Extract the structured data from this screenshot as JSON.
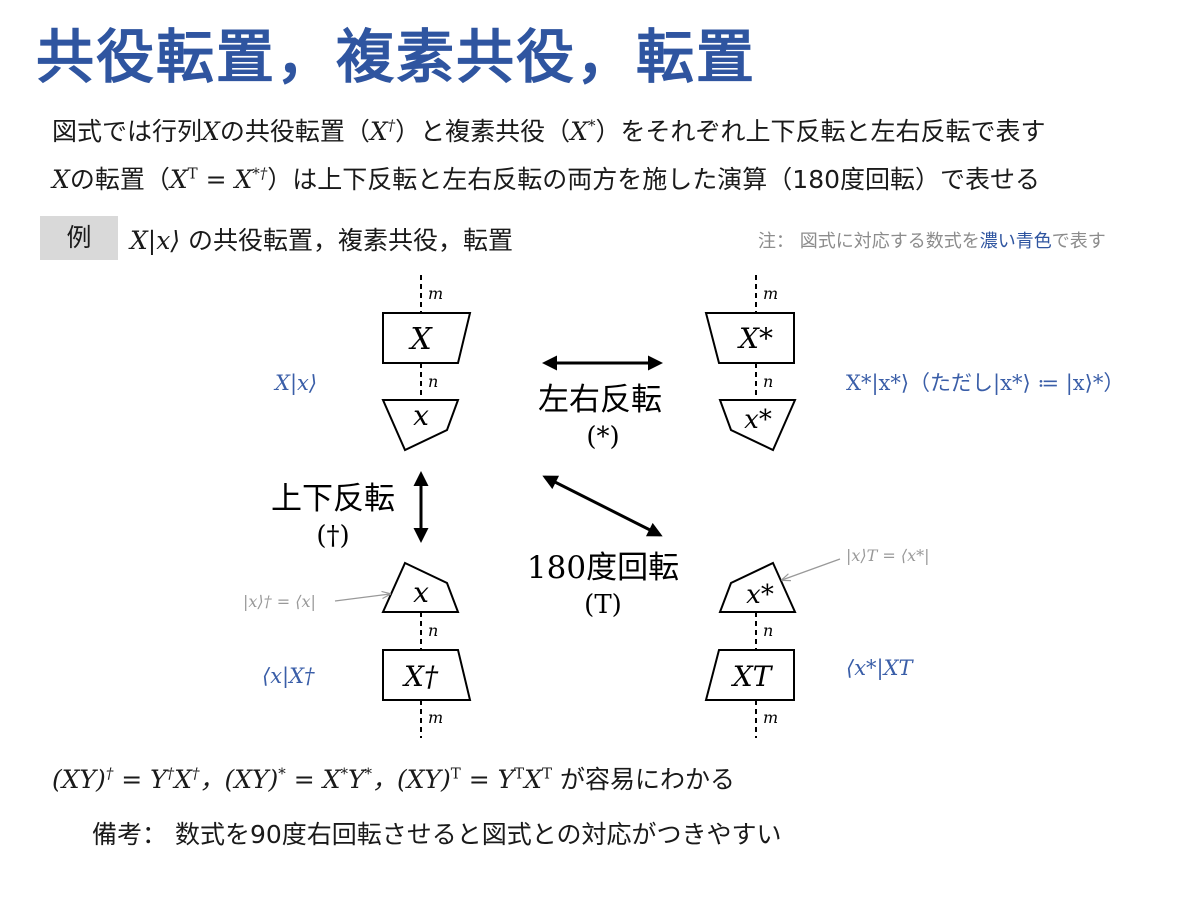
{
  "title": "共役転置，複素共役，転置",
  "intro": {
    "line1_a": "図式では行列",
    "line1_b": "の共役転置（",
    "line1_c": "）と複素共役（",
    "line1_d": "）をそれぞれ上下反転と左右反転で表す",
    "line2_a": "の転置（",
    "line2_b": "）は上下反転と左右反転の両方を施した演算（180度回転）で表せる"
  },
  "example": {
    "badge": "例",
    "text": "の共役転置，複素共役，転置",
    "note_a": "注： 図式に対応する数式を",
    "note_blue": "濃い青色",
    "note_b": "で表す"
  },
  "diagram": {
    "box_X": "X",
    "box_Xstar": "X*",
    "box_Xdag": "X†",
    "box_XT": "XT",
    "tri_x": "x",
    "tri_xstar": "x*",
    "leg_m": "m",
    "leg_n": "n",
    "lr_flip": "左右反転",
    "lr_symbol": "(*)",
    "ud_flip": "上下反転",
    "ud_symbol": "(†)",
    "rot": "180度回転",
    "rot_symbol": "(T)",
    "label_tl": "X|x⟩",
    "label_tr": "X*|x*⟩（ただし|x*⟩ ≔ |x⟩*）",
    "label_bl": "⟨x|X†",
    "label_br": "⟨x*|XT",
    "note_bl": "|x⟩† = ⟨x|",
    "note_br": "|x⟩T = ⟨x*|"
  },
  "footer": {
    "eq_tail": "が容易にわかる",
    "remark": "備考： 数式を90度右回転させると図式との対応がつきやすい"
  },
  "colors": {
    "title": "#2f55a0",
    "math_blue": "#3a5ea8",
    "note_gray": "#999999",
    "badge_bg": "#d9d9d9"
  }
}
